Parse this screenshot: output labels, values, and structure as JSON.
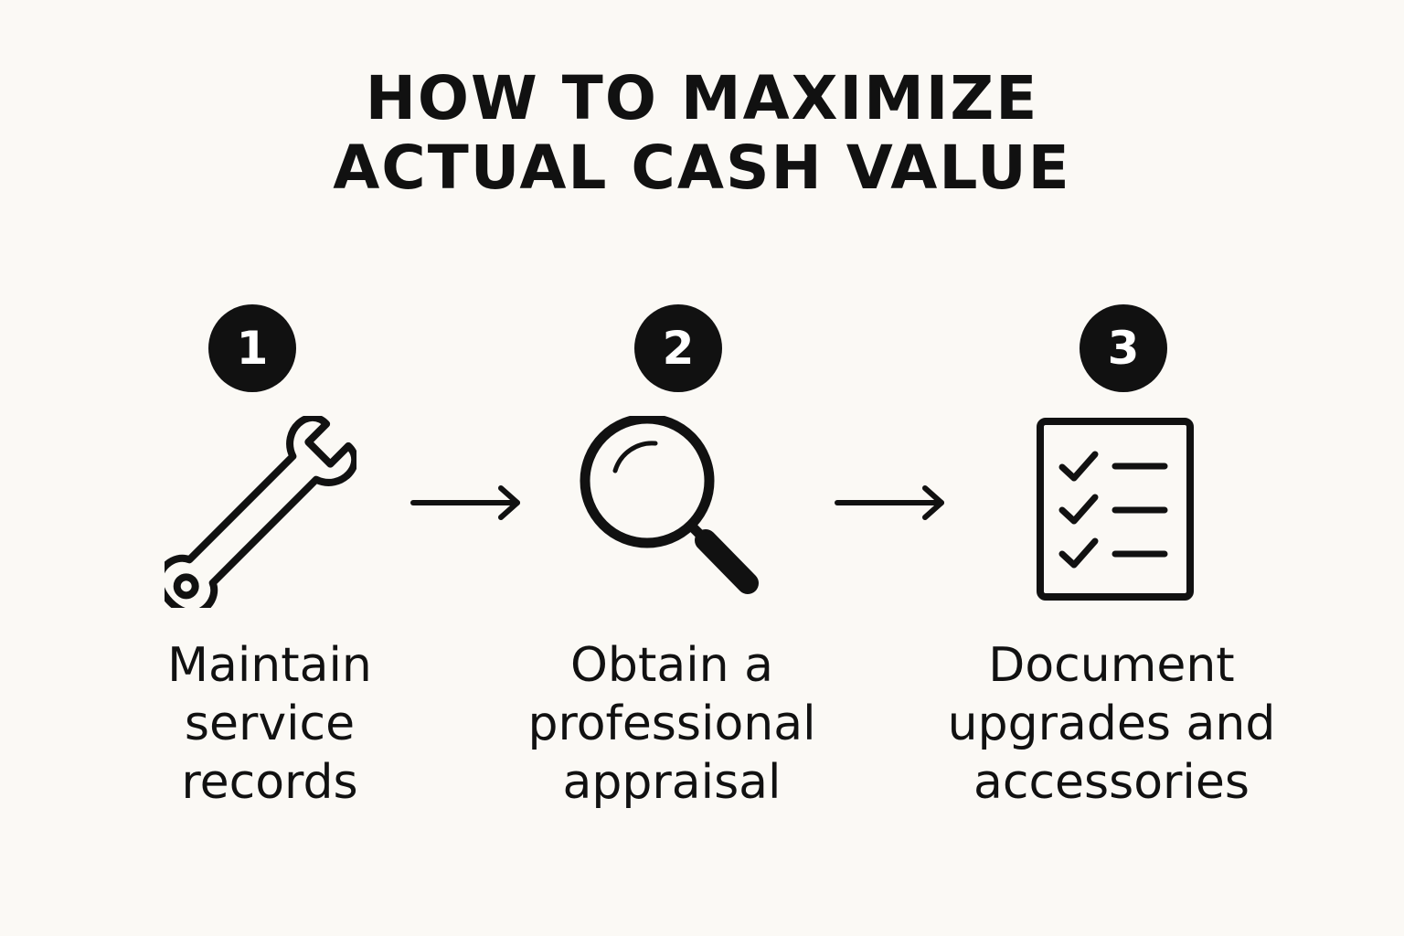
{
  "title": {
    "line1": "HOW TO MAXIMIZE",
    "line2": "ACTUAL CASH VALUE"
  },
  "steps": [
    {
      "number": "1",
      "icon": "wrench-icon",
      "label_lines": [
        "Maintain",
        "service",
        "records"
      ]
    },
    {
      "number": "2",
      "icon": "magnifying-glass-icon",
      "label_lines": [
        "Obtain a",
        "professional",
        "appraisal"
      ]
    },
    {
      "number": "3",
      "icon": "checklist-icon",
      "label_lines": [
        "Document",
        "upgrades and",
        "accessories"
      ]
    }
  ],
  "colors": {
    "background": "#fbf9f5",
    "ink": "#111111",
    "badge_text": "#ffffff"
  }
}
